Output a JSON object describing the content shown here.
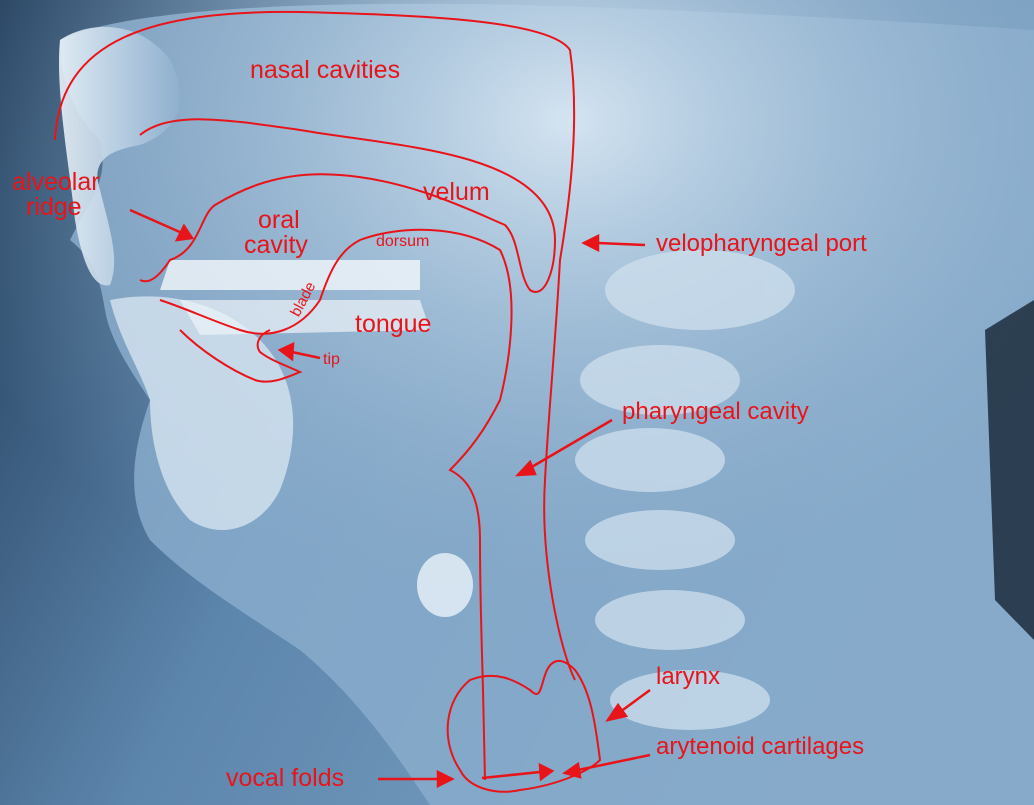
{
  "colors": {
    "annotation": "#e8141a",
    "xray_dark": "#1e3650",
    "xray_mid": "#6f95b8",
    "xray_light": "#e6f0f8"
  },
  "labels": {
    "nasal_cavities": "nasal cavities",
    "alveolar_ridge_1": "alveolar",
    "alveolar_ridge_2": "ridge",
    "velum": "velum",
    "oral_1": "oral",
    "oral_2": "cavity",
    "dorsum": "dorsum",
    "velopharyngeal_port": "velopharyngeal port",
    "blade": "blade",
    "tongue": "tongue",
    "tip": "tip",
    "pharyngeal_cavity": "pharyngeal cavity",
    "larynx": "larynx",
    "arytenoid_cartilages": "arytenoid cartilages",
    "vocal_folds": "vocal folds"
  }
}
